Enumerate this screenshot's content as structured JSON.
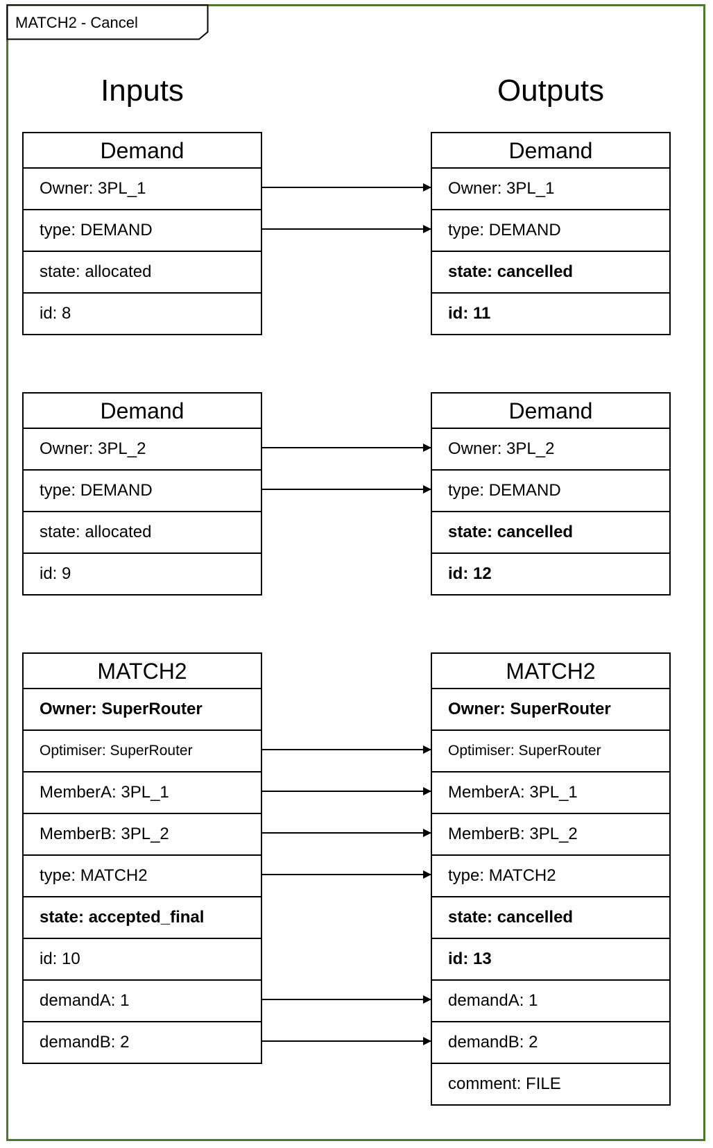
{
  "frame": {
    "title": "MATCH2 - Cancel",
    "border_color": "#4a7a2c"
  },
  "headings": {
    "inputs": "Inputs",
    "outputs": "Outputs"
  },
  "inputs": [
    {
      "title": "Demand",
      "rows": [
        {
          "text": "Owner: 3PL_1"
        },
        {
          "text": "type: DEMAND"
        },
        {
          "text": "state: allocated"
        },
        {
          "text": "id: 8"
        }
      ]
    },
    {
      "title": "Demand",
      "rows": [
        {
          "text": "Owner: 3PL_2"
        },
        {
          "text": "type: DEMAND"
        },
        {
          "text": "state: allocated"
        },
        {
          "text": "id: 9"
        }
      ]
    },
    {
      "title": "MATCH2",
      "rows": [
        {
          "text": "Owner: SuperRouter",
          "bold": true
        },
        {
          "text": "Optimiser: SuperRouter",
          "small": true
        },
        {
          "text": "MemberA: 3PL_1"
        },
        {
          "text": "MemberB: 3PL_2"
        },
        {
          "text": "type: MATCH2"
        },
        {
          "text": "state: accepted_final",
          "bold": true
        },
        {
          "text": "id: 10"
        },
        {
          "text": "demandA: 1"
        },
        {
          "text": "demandB: 2"
        }
      ]
    }
  ],
  "outputs": [
    {
      "title": "Demand",
      "rows": [
        {
          "text": "Owner: 3PL_1"
        },
        {
          "text": "type: DEMAND"
        },
        {
          "text": "state: cancelled",
          "bold": true
        },
        {
          "text": "id: 11",
          "bold": true
        }
      ]
    },
    {
      "title": "Demand",
      "rows": [
        {
          "text": "Owner: 3PL_2"
        },
        {
          "text": "type: DEMAND"
        },
        {
          "text": "state: cancelled",
          "bold": true
        },
        {
          "text": "id: 12",
          "bold": true
        }
      ]
    },
    {
      "title": "MATCH2",
      "rows": [
        {
          "text": "Owner: SuperRouter",
          "bold": true
        },
        {
          "text": "Optimiser: SuperRouter",
          "small": true
        },
        {
          "text": "MemberA: 3PL_1"
        },
        {
          "text": "MemberB: 3PL_2"
        },
        {
          "text": "type: MATCH2"
        },
        {
          "text": "state: cancelled",
          "bold": true
        },
        {
          "text": "id: 13",
          "bold": true
        },
        {
          "text": "demandA: 1"
        },
        {
          "text": "demandB: 2"
        },
        {
          "text": "comment: FILE"
        }
      ]
    }
  ],
  "connections": [
    {
      "from": [
        0,
        0
      ],
      "to": [
        0,
        0
      ]
    },
    {
      "from": [
        0,
        1
      ],
      "to": [
        0,
        1
      ]
    },
    {
      "from": [
        1,
        0
      ],
      "to": [
        1,
        0
      ]
    },
    {
      "from": [
        1,
        1
      ],
      "to": [
        1,
        1
      ]
    },
    {
      "from": [
        2,
        1
      ],
      "to": [
        2,
        1
      ]
    },
    {
      "from": [
        2,
        2
      ],
      "to": [
        2,
        2
      ]
    },
    {
      "from": [
        2,
        3
      ],
      "to": [
        2,
        3
      ]
    },
    {
      "from": [
        2,
        4
      ],
      "to": [
        2,
        4
      ]
    },
    {
      "from": [
        2,
        7
      ],
      "to": [
        2,
        7
      ]
    },
    {
      "from": [
        2,
        8
      ],
      "to": [
        2,
        8
      ]
    }
  ]
}
